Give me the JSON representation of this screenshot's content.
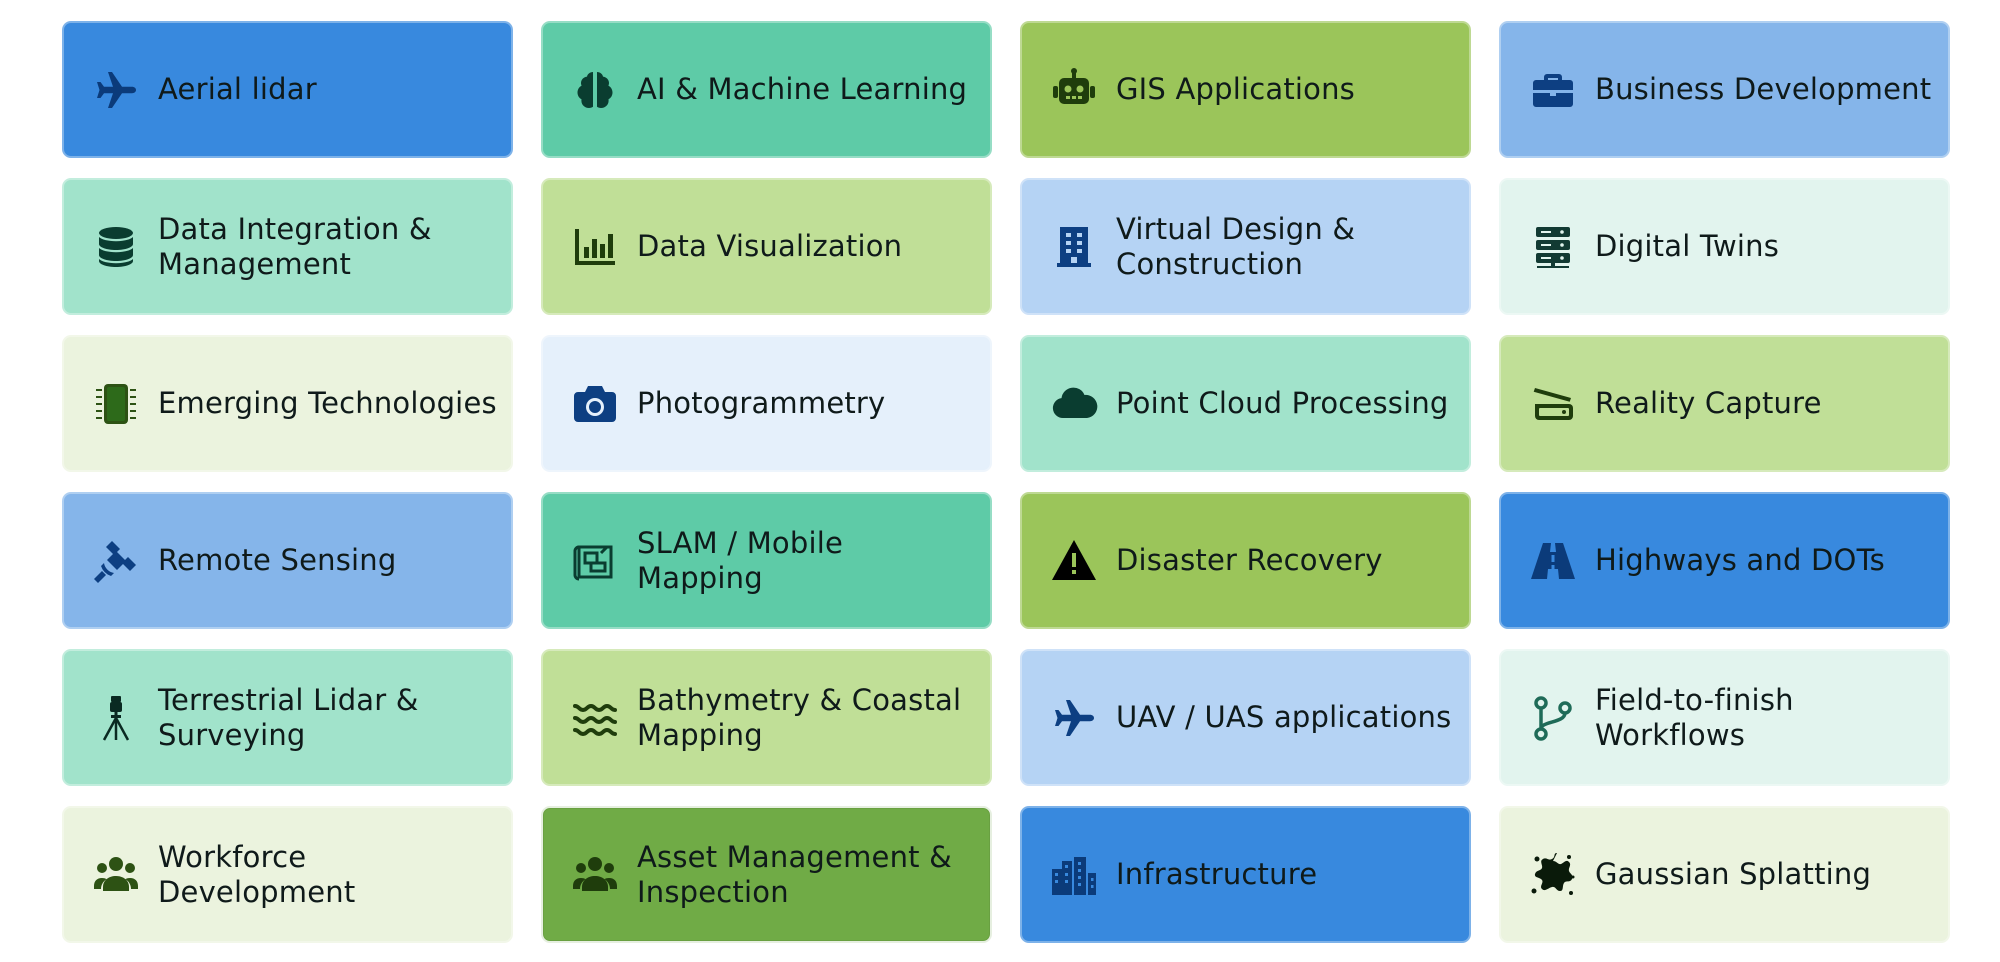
{
  "tiles": [
    {
      "label": "Aerial lidar",
      "icon": "airplane-icon",
      "bg": "#3889de",
      "fg": "#0b3b7a"
    },
    {
      "label": "AI & Machine Learning",
      "icon": "brain-icon",
      "bg": "#5ecba7",
      "fg": "#0a3d30"
    },
    {
      "label": "GIS Applications",
      "icon": "robot-icon",
      "bg": "#9bc55a",
      "fg": "#1f3d0c"
    },
    {
      "label": "Business Development",
      "icon": "briefcase-icon",
      "bg": "#85b5ea",
      "fg": "#0d3f82"
    },
    {
      "label": "Data Integration & Management",
      "icon": "database-icon",
      "bg": "#a1e3cb",
      "fg": "#0a3d30"
    },
    {
      "label": "Data Visualization",
      "icon": "bar-chart-icon",
      "bg": "#c0df97",
      "fg": "#1f3d0c"
    },
    {
      "label": "Virtual Design & Construction",
      "icon": "building-icon",
      "bg": "#b5d3f4",
      "fg": "#0d3f82"
    },
    {
      "label": "Digital Twins",
      "icon": "server-icon",
      "bg": "#e2f4ee",
      "fg": "#123a33"
    },
    {
      "label": "Emerging Technologies",
      "icon": "microchip-icon",
      "bg": "#ebf3de",
      "fg": "#2d5214"
    },
    {
      "label": "Photogrammetry",
      "icon": "camera-icon",
      "bg": "#e5f0fb",
      "fg": "#0d3f82"
    },
    {
      "label": "Point Cloud Processing",
      "icon": "cloud-icon",
      "bg": "#a1e3cb",
      "fg": "#0a3d30"
    },
    {
      "label": "Reality Capture",
      "icon": "scanner-icon",
      "bg": "#c0df97",
      "fg": "#1f3d0c"
    },
    {
      "label": "Remote Sensing",
      "icon": "satellite-icon",
      "bg": "#85b5ea",
      "fg": "#0d3f82"
    },
    {
      "label": "SLAM / Mobile Mapping",
      "icon": "blueprint-icon",
      "bg": "#5ecba7",
      "fg": "#0a3d30"
    },
    {
      "label": "Disaster Recovery",
      "icon": "warning-icon",
      "bg": "#9bc55a",
      "fg": "#000000"
    },
    {
      "label": "Highways and DOTs",
      "icon": "road-icon",
      "bg": "#3889de",
      "fg": "#0b3b7a"
    },
    {
      "label": "Terrestrial Lidar & Surveying",
      "icon": "tripod-icon",
      "bg": "#a1e3cb",
      "fg": "#0a2a22"
    },
    {
      "label": "Bathymetry & Coastal Mapping",
      "icon": "water-icon",
      "bg": "#c0df97",
      "fg": "#1f3d0c"
    },
    {
      "label": "UAV / UAS applications",
      "icon": "airplane-icon",
      "bg": "#b5d3f4",
      "fg": "#0d3f82"
    },
    {
      "label": "Field-to-finish Workflows",
      "icon": "branch-icon",
      "bg": "#e2f4ee",
      "fg": "#1f6b58"
    },
    {
      "label": "Workforce Development",
      "icon": "people-icon",
      "bg": "#ebf3de",
      "fg": "#2d5214"
    },
    {
      "label": "Asset Management & Inspection",
      "icon": "people-icon",
      "bg": "#70ab46",
      "fg": "#1f3d0c",
      "selected": true
    },
    {
      "label": "Infrastructure",
      "icon": "city-icon",
      "bg": "#3889de",
      "fg": "#0b3b7a"
    },
    {
      "label": "Gaussian Splatting",
      "icon": "splat-icon",
      "bg": "#ebf3de",
      "fg": "#0a1a0a"
    }
  ]
}
